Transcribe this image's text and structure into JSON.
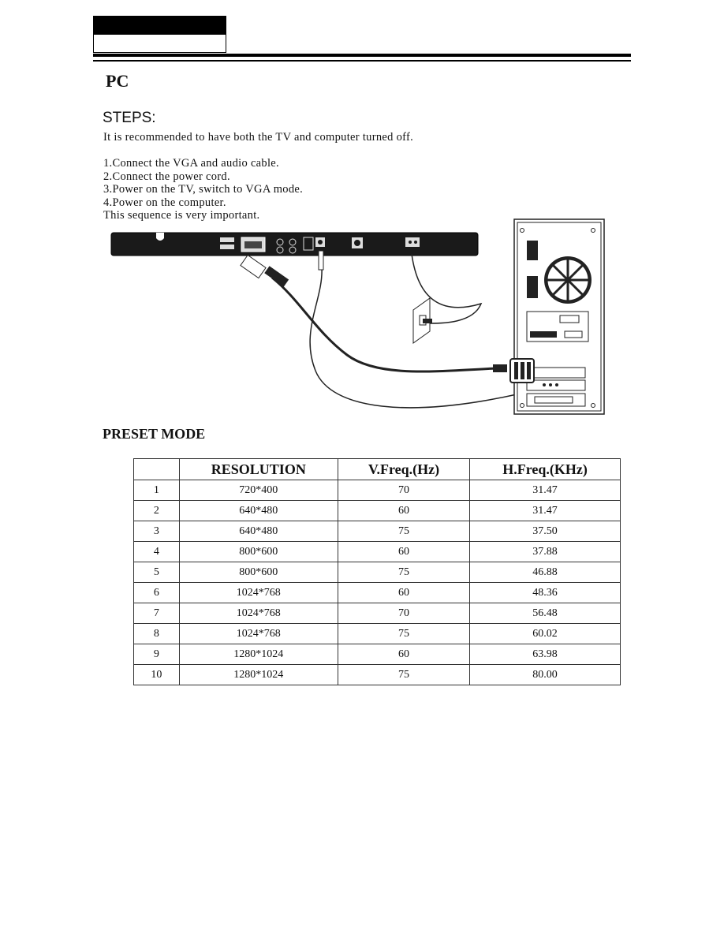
{
  "header": {
    "section_title": "PC"
  },
  "steps": {
    "title": "STEPS:",
    "intro": "It is recommended to have both the TV and computer turned off.",
    "items": [
      "1.Connect the VGA  and audio cable.",
      "2.Connect the power cord.",
      "3.Power on the TV, switch  to VGA mode.",
      "4.Power on the computer."
    ],
    "note": "This sequence is very important."
  },
  "preset": {
    "title": "PRESET MODE",
    "columns": [
      "",
      "RESOLUTION",
      "V.Freq.(Hz)",
      "H.Freq.(KHz)"
    ],
    "rows": [
      [
        "1",
        "720*400",
        "70",
        "31.47"
      ],
      [
        "2",
        "640*480",
        "60",
        "31.47"
      ],
      [
        "3",
        "640*480",
        "75",
        "37.50"
      ],
      [
        "4",
        "800*600",
        "60",
        "37.88"
      ],
      [
        "5",
        "800*600",
        "75",
        "46.88"
      ],
      [
        "6",
        "1024*768",
        "60",
        "48.36"
      ],
      [
        "7",
        "1024*768",
        "70",
        "56.48"
      ],
      [
        "8",
        "1024*768",
        "75",
        "60.02"
      ],
      [
        "9",
        "1280*1024",
        "60",
        "63.98"
      ],
      [
        "10",
        "1280*1024",
        "75",
        "80.00"
      ]
    ]
  }
}
